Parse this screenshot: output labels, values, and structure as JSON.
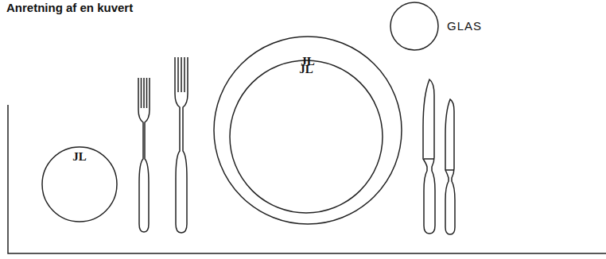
{
  "diagram": {
    "title": "Anretning af en kuvert",
    "nodes": [
      {
        "text": [
          "JL"
        ]
      },
      {
        "text": [
          "JL"
        ]
      },
      {
        "text": [
          "JL"
        ],
        "in": 1
      },
      {
        "text": [
          "GLAS"
        ]
      }
    ]
  }
}
